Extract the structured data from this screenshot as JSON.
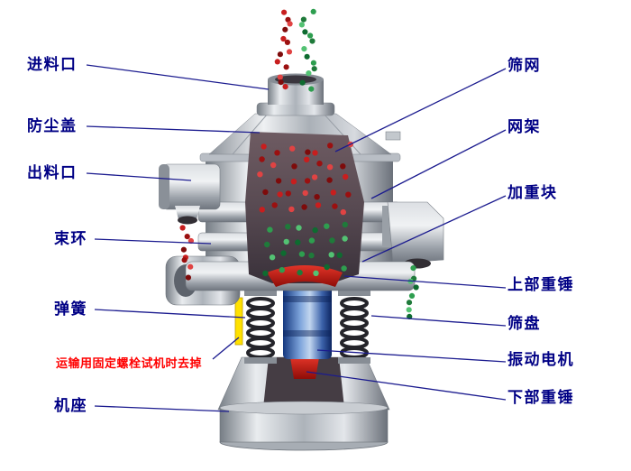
{
  "diagram": {
    "subject": "rotary-vibrating-sieve-cutaway",
    "colors": {
      "label_text": "#000085",
      "note_text": "#ff0000",
      "leader_line": "#1b1b8f",
      "metal_light": "#eef0f3",
      "metal_dark": "#70767e",
      "motor_blue": "#2a4d9b",
      "weight_red": "#c01010",
      "particle_red": "#c81e1e",
      "particle_green": "#2e9e4f",
      "bolt_yellow": "#ffe100"
    },
    "labels_left": [
      {
        "id": "feed-inlet",
        "text": "进料口"
      },
      {
        "id": "dust-cover",
        "text": "防尘盖"
      },
      {
        "id": "discharge-outlet",
        "text": "出料口"
      },
      {
        "id": "clamp-ring",
        "text": "束环"
      },
      {
        "id": "spring",
        "text": "弹簧"
      },
      {
        "id": "machine-base",
        "text": "机座"
      }
    ],
    "note": {
      "id": "transport-bolt-note",
      "text": "运输用固定螺栓试机时去掉"
    },
    "labels_right": [
      {
        "id": "screen-mesh",
        "text": "筛网"
      },
      {
        "id": "mesh-frame",
        "text": "网架"
      },
      {
        "id": "weight-block",
        "text": "加重块"
      },
      {
        "id": "upper-weight",
        "text": "上部重锤"
      },
      {
        "id": "sieve-tray",
        "text": "筛盘"
      },
      {
        "id": "vibration-motor",
        "text": "振动电机"
      },
      {
        "id": "lower-weight",
        "text": "下部重锤"
      }
    ]
  }
}
